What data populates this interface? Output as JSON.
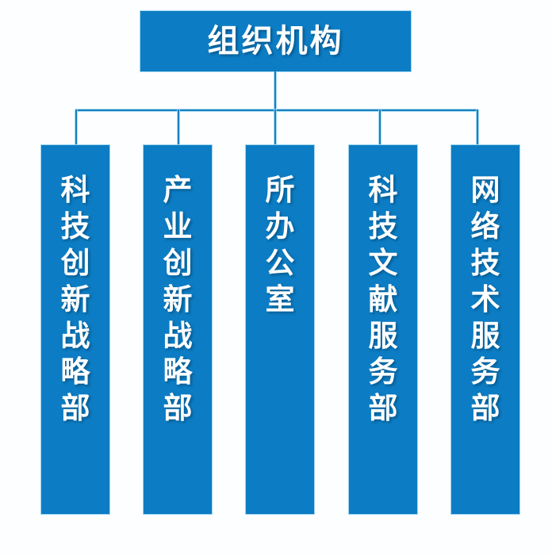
{
  "chart": {
    "type": "org-chart",
    "title": "组织机构",
    "orientation": "top-down",
    "text_direction": "vertical",
    "colors": {
      "node_fill": "#0c7dc4",
      "node_border": "#9fd6ef",
      "connector": "#1b7fc0",
      "label_text": "#ffffff",
      "background": "#fdfeff"
    },
    "root": {
      "label": "组织机构"
    },
    "children": [
      {
        "label": "科技创新战略部"
      },
      {
        "label": "产业创新战略部"
      },
      {
        "label": "所办公室"
      },
      {
        "label": "科技文献服务部"
      },
      {
        "label": "网络技术服务部"
      }
    ]
  }
}
